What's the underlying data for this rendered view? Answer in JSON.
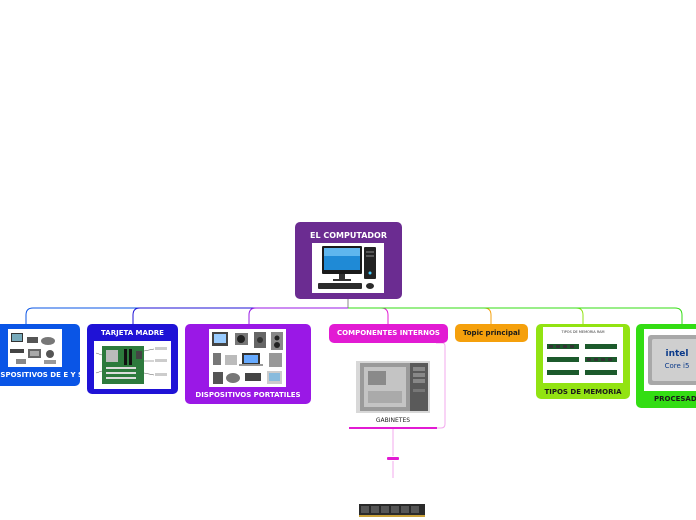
{
  "root": {
    "label": "EL COMPUTADOR",
    "color": "#6b2c91"
  },
  "branches": [
    {
      "id": "dispositivos-es",
      "label": "DISPOSITIVOS DE E Y S",
      "color": "#0a55e6"
    },
    {
      "id": "tarjeta-madre",
      "label": "TARJETA MADRE",
      "color": "#1f12d6"
    },
    {
      "id": "dispositivos-portatiles",
      "label": "DISPOSITIVOS PORTATILES",
      "color": "#9a18e6"
    },
    {
      "id": "componentes-internos",
      "label": "COMPONENTES INTERNOS",
      "color": "#e21bd3"
    },
    {
      "id": "topic-principal",
      "label": "Topic principal",
      "color": "#f5a00c",
      "text_color": "#1a1a1a"
    },
    {
      "id": "tipos-memoria",
      "label": "TIPOS DE MEMORIA",
      "color": "#92e312",
      "text_color": "#1a1a1a"
    },
    {
      "id": "procesador",
      "label": "PROCESADOR",
      "color": "#33dd13",
      "text_color": "#1a1a1a"
    }
  ],
  "subtopics": {
    "gabinetes": {
      "label": "GABINETES",
      "color": "#e21bd3"
    }
  },
  "image_text": {
    "memory_title": "TIPOS DE MEMORIA RAM",
    "cpu_brand": "intel",
    "cpu_model": "Core i5"
  }
}
